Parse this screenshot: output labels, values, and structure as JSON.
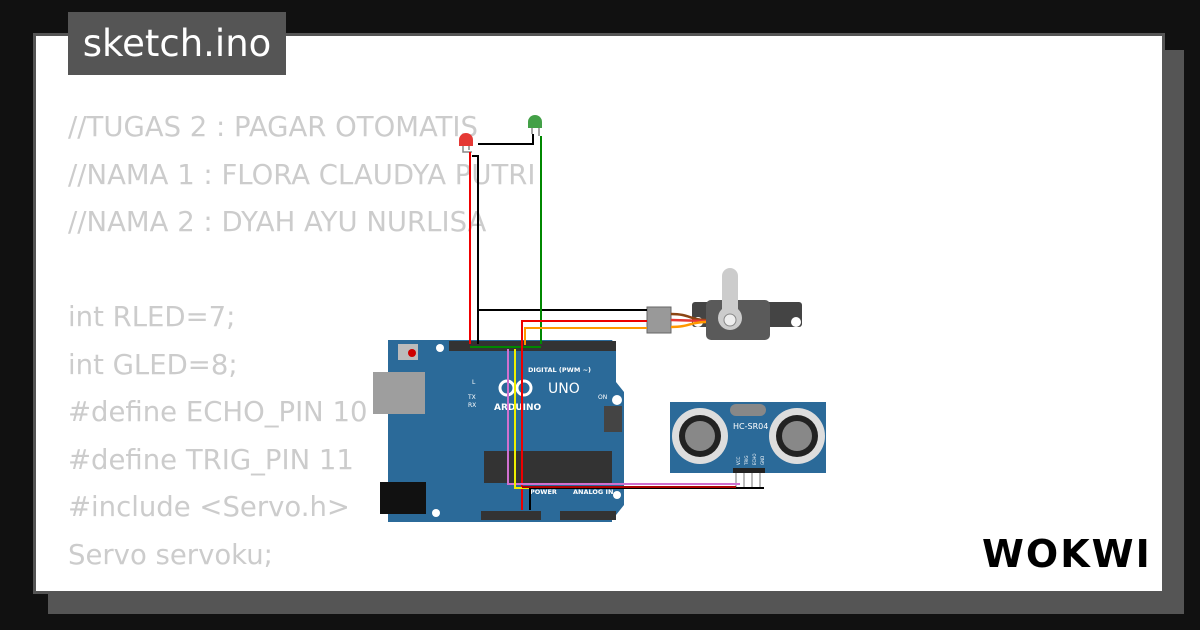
{
  "tab": {
    "title": "sketch.ino"
  },
  "code": {
    "lines": [
      "//TUGAS 2 : PAGAR OTOMATIS",
      "//NAMA 1 : FLORA CLAUDYA PUTRI",
      "//NAMA 2 : DYAH AYU NURLISA",
      "",
      "int RLED=7;",
      "int GLED=8;",
      "#define ECHO_PIN 10",
      "#define TRIG_PIN 11",
      "#include <Servo.h>",
      "Servo servoku;"
    ]
  },
  "board": {
    "name": "ARDUINO",
    "model": "UNO",
    "digital_label": "DIGITAL (PWM ~)",
    "power_label": "POWER",
    "analog_label": "ANALOG IN",
    "on_label": "ON",
    "l_label": "L",
    "tx_label": "TX",
    "rx_label": "RX"
  },
  "sensor": {
    "name": "HC-SR04",
    "pins": [
      "VCC",
      "TRIG",
      "ECHO",
      "GND"
    ]
  },
  "leds": [
    {
      "color": "#e53935"
    },
    {
      "color": "#43a047"
    }
  ],
  "brand": {
    "logo": "WOKWI"
  }
}
